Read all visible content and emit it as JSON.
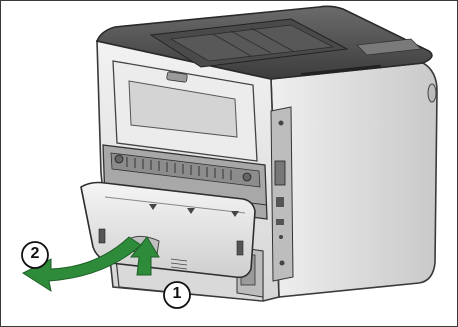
{
  "illustration": {
    "subject": "printer-rear-cover-removal",
    "colors": {
      "body_gray": "#dcdcdc",
      "dark_gray": "#5a5a5a",
      "mid_gray": "#a8a8a8",
      "arrow_green": "#2e8b3a"
    }
  },
  "steps": {
    "step1": "1",
    "step2": "2"
  }
}
